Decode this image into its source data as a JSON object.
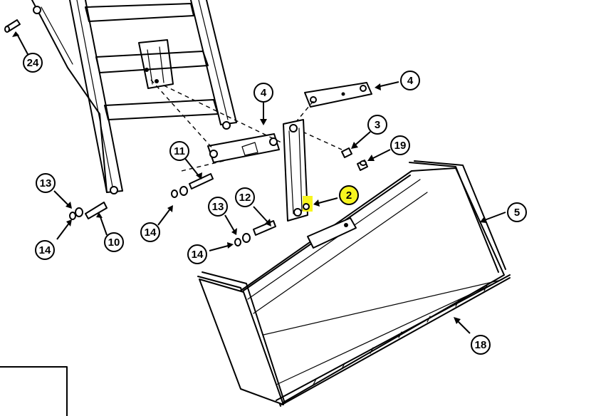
{
  "diagram": {
    "highlight_color": "#f7f51f",
    "callouts": [
      {
        "label": "24",
        "highlight": false
      },
      {
        "label": "4",
        "highlight": false
      },
      {
        "label": "4",
        "highlight": false
      },
      {
        "label": "3",
        "highlight": false
      },
      {
        "label": "19",
        "highlight": false
      },
      {
        "label": "11",
        "highlight": false
      },
      {
        "label": "2",
        "highlight": true
      },
      {
        "label": "13",
        "highlight": false
      },
      {
        "label": "12",
        "highlight": false
      },
      {
        "label": "5",
        "highlight": false
      },
      {
        "label": "13",
        "highlight": false
      },
      {
        "label": "14",
        "highlight": false
      },
      {
        "label": "10",
        "highlight": false
      },
      {
        "label": "14",
        "highlight": false
      },
      {
        "label": "14",
        "highlight": false
      },
      {
        "label": "18",
        "highlight": false
      }
    ]
  }
}
